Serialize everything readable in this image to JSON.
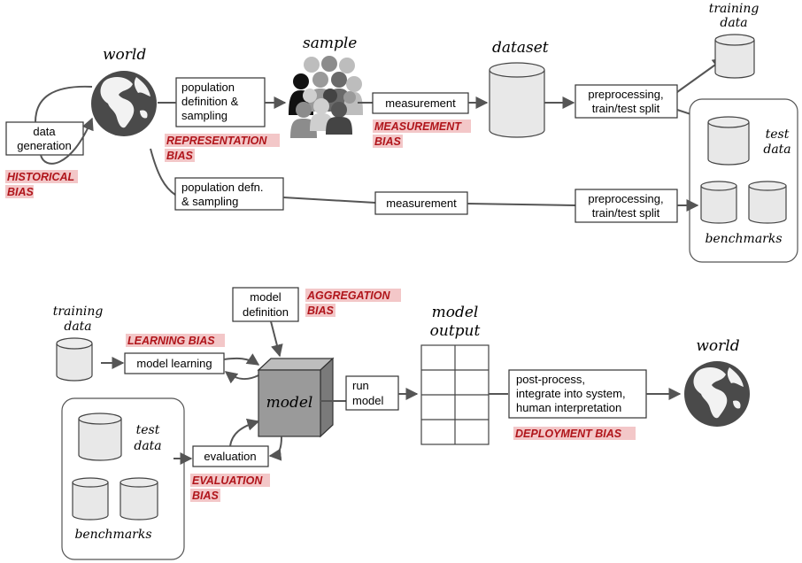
{
  "top": {
    "world_label": "world",
    "sample_label": "sample",
    "dataset_label": "dataset",
    "training_data_label": [
      "training",
      "data"
    ],
    "test_data_label": [
      "test",
      "data"
    ],
    "benchmarks_label": "benchmarks",
    "data_generation": [
      "data",
      "generation"
    ],
    "population_definition": [
      "population",
      "definition &",
      "sampling"
    ],
    "population_defn": [
      "population defn.",
      "& sampling"
    ],
    "measurement_1": "measurement",
    "measurement_2": "measurement",
    "preprocessing_1": [
      "preprocessing,",
      "train/test split"
    ],
    "preprocessing_2": [
      "preprocessing,",
      "train/test split"
    ],
    "historical_bias": [
      "HISTORICAL",
      "BIAS"
    ],
    "representation_bias": [
      "REPRESENTATION",
      "BIAS"
    ],
    "measurement_bias": [
      "MEASUREMENT",
      "BIAS"
    ]
  },
  "bottom": {
    "training_data_label": [
      "training",
      "data"
    ],
    "test_data_label": [
      "test",
      "data"
    ],
    "benchmarks_label": "benchmarks",
    "model_definition": [
      "model",
      "definition"
    ],
    "model_learning": "model learning",
    "model_cube_label": "model",
    "run_model": [
      "run",
      "model"
    ],
    "evaluation": "evaluation",
    "model_output_label": [
      "model",
      "output"
    ],
    "post_process": [
      "post-process,",
      "integrate into system,",
      "human interpretation"
    ],
    "world_label": "world",
    "aggregation_bias": [
      "AGGREGATION",
      "BIAS"
    ],
    "learning_bias": "LEARNING BIAS",
    "evaluation_bias": [
      "EVALUATION",
      "BIAS"
    ],
    "deployment_bias": "DEPLOYMENT BIAS"
  },
  "colors": {
    "bias_text": "#b0151b",
    "bias_highlight": "#f3c7c8",
    "arrow": "#555555",
    "cylinder_fill": "#e8e8e8",
    "globe": "#4a4a4a"
  }
}
